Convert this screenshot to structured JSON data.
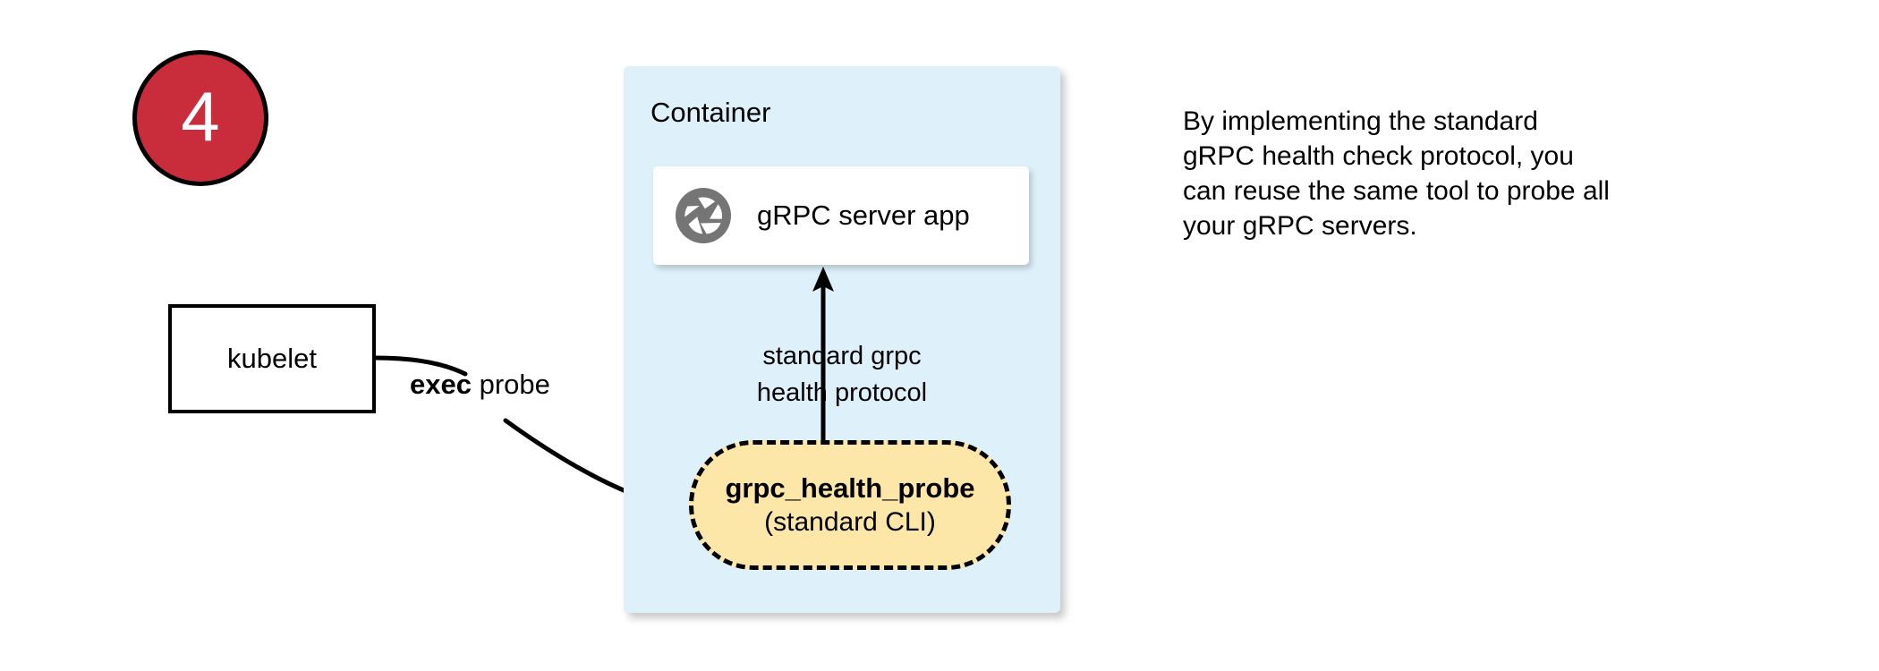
{
  "step": {
    "number": "4"
  },
  "kubelet": {
    "label": "kubelet"
  },
  "edges": {
    "exec_probe": {
      "strong": "exec",
      "rest": " probe"
    },
    "protocol": {
      "line1": "standard grpc",
      "line2": "health protocol"
    }
  },
  "container": {
    "title": "Container",
    "server_card": {
      "icon": "aperture-icon",
      "label": "gRPC server app"
    },
    "probe": {
      "line1": "grpc_health_probe",
      "line2": "(standard CLI)"
    }
  },
  "note": {
    "line1": "By implementing the standard",
    "line2": "gRPC health check protocol, you",
    "line3": "can reuse the same tool to probe all",
    "line4": "your gRPC servers."
  },
  "colors": {
    "badge_fill": "#c92d3c",
    "badge_text": "#ffffff",
    "container_fill": "#def1fb",
    "probe_fill": "#fce6a8",
    "icon_gray": "#757575",
    "stroke": "#000000"
  }
}
